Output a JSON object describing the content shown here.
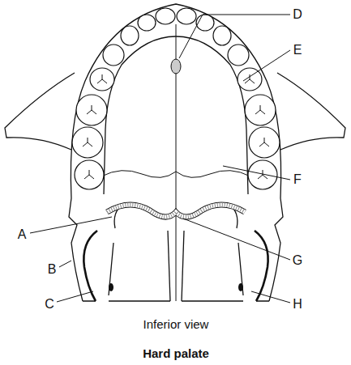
{
  "diagram": {
    "title": "Hard palate",
    "labels": [
      "D",
      "E",
      "A",
      "F",
      "G",
      "B",
      "C",
      "H",
      "Inferior view"
    ]
  }
}
